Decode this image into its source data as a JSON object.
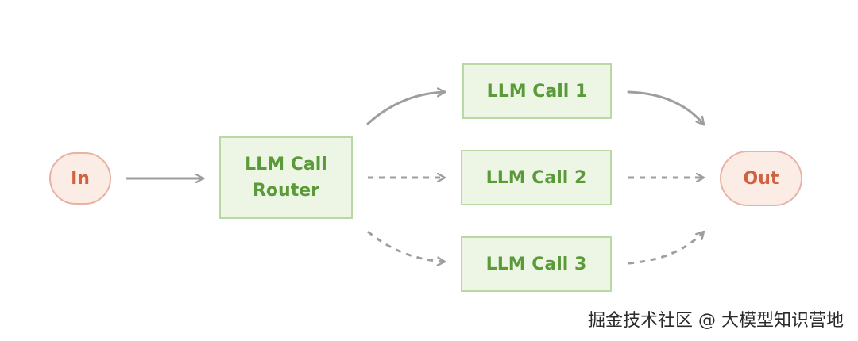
{
  "diagram": {
    "in_label": "In",
    "out_label": "Out",
    "router_label": "LLM Call\nRouter",
    "calls": [
      {
        "label": "LLM Call 1"
      },
      {
        "label": "LLM Call 2"
      },
      {
        "label": "LLM Call 3"
      }
    ]
  },
  "colors": {
    "terminal_fill": "#fbece6",
    "terminal_border": "#e8b3a5",
    "terminal_text": "#d2623f",
    "llm_fill": "#edf6e5",
    "llm_border": "#b8d9a4",
    "llm_text": "#5b9a39",
    "arrow": "#9e9e9e"
  },
  "watermark": "掘金技术社区 @ 大模型知识营地"
}
